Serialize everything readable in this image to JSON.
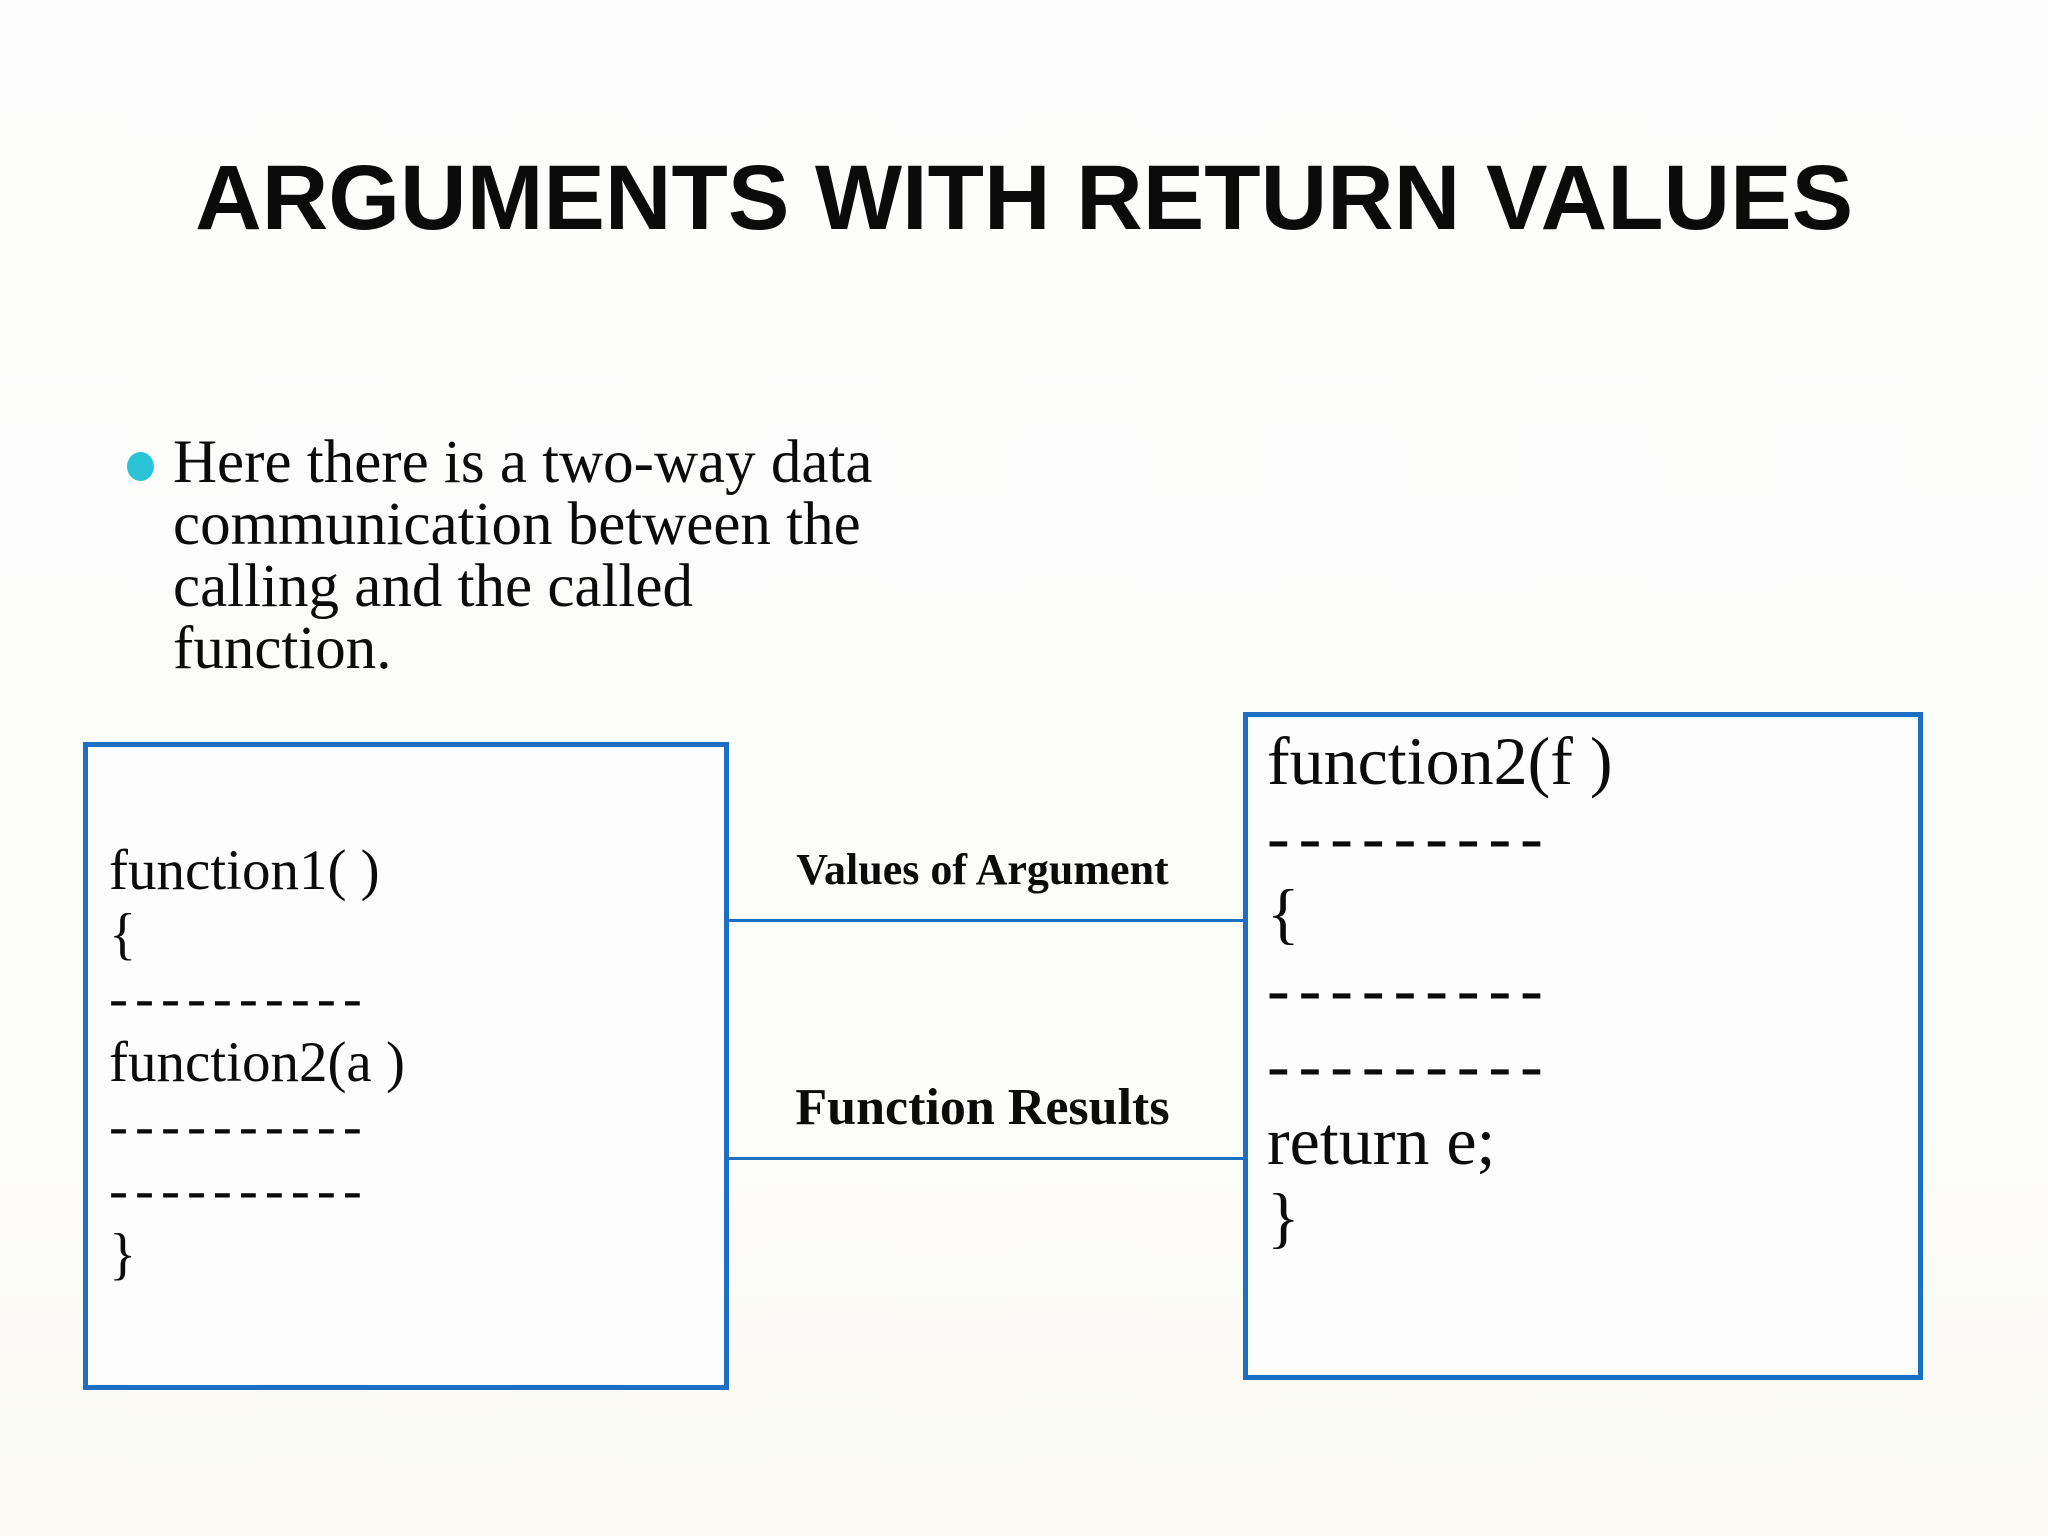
{
  "slide": {
    "title": "ARGUMENTS WITH RETURN VALUES",
    "bullet": {
      "lines": [
        "Here there is a two-way data",
        "communication between the",
        "calling and the called",
        "function."
      ]
    },
    "caller_box": {
      "lines": [
        "function1( )",
        "{",
        "----------",
        "function2(a )",
        "----------",
        "----------",
        "}"
      ]
    },
    "callee_box": {
      "lines": [
        "function2(f )",
        "---------",
        "{",
        "---------",
        "---------",
        "return e;",
        "}"
      ]
    },
    "connectors": {
      "top_label": "Values of Argument",
      "bottom_label": "Function Results"
    },
    "colors": {
      "box_border_blue": "#1D6FC4",
      "connector_blue": "#1D6FC4",
      "bullet_cyan": "#2BC4D6",
      "text_black": "#0B0B0B",
      "background": "#FCFCFA"
    }
  }
}
